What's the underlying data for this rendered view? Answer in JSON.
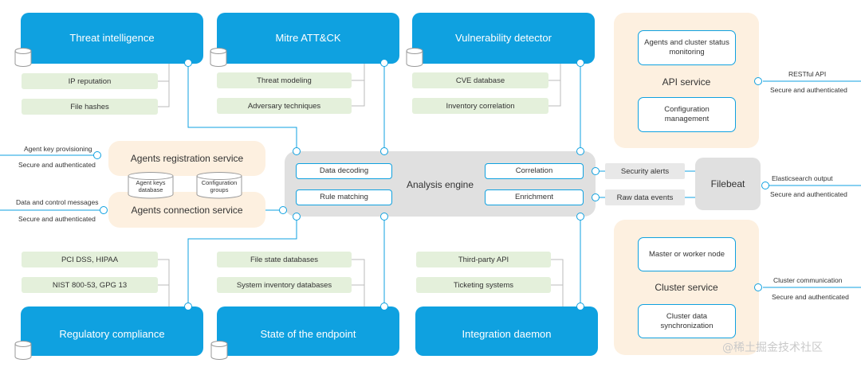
{
  "top_modules": {
    "threat_intel": "Threat intelligence",
    "mitre": "Mitre ATT&CK",
    "vuln": "Vulnerability detector"
  },
  "bottom_modules": {
    "regulatory": "Regulatory compliance",
    "endpoint": "State of the endpoint",
    "integration": "Integration daemon"
  },
  "features": {
    "ip_reputation": "IP reputation",
    "file_hashes": "File hashes",
    "threat_modeling": "Threat modeling",
    "adversary_techniques": "Adversary techniques",
    "cve_database": "CVE database",
    "inventory_correlation": "Inventory correlation",
    "pci": "PCI DSS, HIPAA",
    "nist": "NIST 800-53, GPG 13",
    "file_state": "File state databases",
    "system_inventory": "System inventory databases",
    "third_party_api": "Third-party API",
    "ticketing": "Ticketing systems"
  },
  "agents": {
    "registration_title": "Agents registration service",
    "connection_title": "Agents connection service",
    "keys_db": "Agent keys\ndatabase",
    "config_groups": "Configuration\ngroups",
    "key_provisioning": "Agent key provisioning",
    "secure1": "Secure and authenticated",
    "data_control": "Data and control messages",
    "secure2": "Secure and authenticated"
  },
  "engine": {
    "title": "Analysis engine",
    "data_decoding": "Data decoding",
    "rule_matching": "Rule matching",
    "correlation": "Correlation",
    "enrichment": "Enrichment"
  },
  "outputs": {
    "security_alerts": "Security alerts",
    "raw_data_events": "Raw data events",
    "filebeat": "Filebeat",
    "es_output": "Elasticsearch output",
    "es_secure": "Secure and authenticated"
  },
  "api": {
    "title": "API service",
    "status": "Agents and cluster status monitoring",
    "config": "Configuration management",
    "restful": "RESTful API",
    "secure": "Secure and authenticated"
  },
  "cluster": {
    "title": "Cluster service",
    "node": "Master or worker node",
    "sync": "Cluster data synchronization",
    "communication": "Cluster communication",
    "secure": "Secure and authenticated"
  },
  "watermark": "@稀土掘金技术社区",
  "colors": {
    "blue": "#0fa1e0",
    "green": "#e4f0db",
    "orange": "#fdf0e0",
    "grey": "#e0e0e0"
  }
}
